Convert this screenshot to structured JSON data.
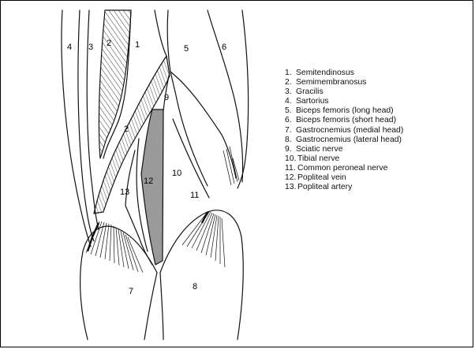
{
  "diagram": {
    "structures": [
      {
        "id": "1",
        "name": "Semitendinosus"
      },
      {
        "id": "2",
        "name": "Semimembranosus"
      },
      {
        "id": "3",
        "name": "Gracilis"
      },
      {
        "id": "4",
        "name": "Sartorius"
      },
      {
        "id": "5",
        "name": "Biceps femoris (long head)"
      },
      {
        "id": "6",
        "name": "Biceps femoris (short head)"
      },
      {
        "id": "7",
        "name": "Gastrocnemius (medial head)"
      },
      {
        "id": "8",
        "name": "Gastrocnemius (lateral head)"
      },
      {
        "id": "9",
        "name": "Sciatic nerve"
      },
      {
        "id": "10",
        "name": "Tibial nerve"
      },
      {
        "id": "11",
        "name": "Common peroneal nerve"
      },
      {
        "id": "12",
        "name": "Popliteal vein"
      },
      {
        "id": "13",
        "name": "Popliteal artery"
      }
    ],
    "callouts": [
      "4",
      "3",
      "2",
      "1",
      "5",
      "6",
      "9",
      "2",
      "10",
      "13",
      "12",
      "11",
      "7",
      "8"
    ]
  },
  "legend": {
    "items": [
      {
        "num": "1.",
        "text": "Semitendinosus"
      },
      {
        "num": "2.",
        "text": "Semimembranosus"
      },
      {
        "num": "3.",
        "text": "Gracilis"
      },
      {
        "num": "4.",
        "text": "Sartorius"
      },
      {
        "num": "5.",
        "text": "Biceps femoris (long head)"
      },
      {
        "num": "6.",
        "text": "Biceps femoris (short head)"
      },
      {
        "num": "7.",
        "text": "Gastrocnemius (medial head)"
      },
      {
        "num": "8.",
        "text": "Gastrocnemius (lateral head)"
      },
      {
        "num": "9.",
        "text": "Sciatic nerve"
      },
      {
        "num": "10.",
        "text": "Tibial nerve"
      },
      {
        "num": "11.",
        "text": "Common peroneal nerve"
      },
      {
        "num": "12.",
        "text": "Popliteal vein"
      },
      {
        "num": "13.",
        "text": "Popliteal artery"
      }
    ]
  },
  "colors": {
    "outline": "#111111",
    "vessel_fill": "#9a9a9a",
    "nerve_fill": "#ffffff",
    "background": "#ffffff"
  }
}
